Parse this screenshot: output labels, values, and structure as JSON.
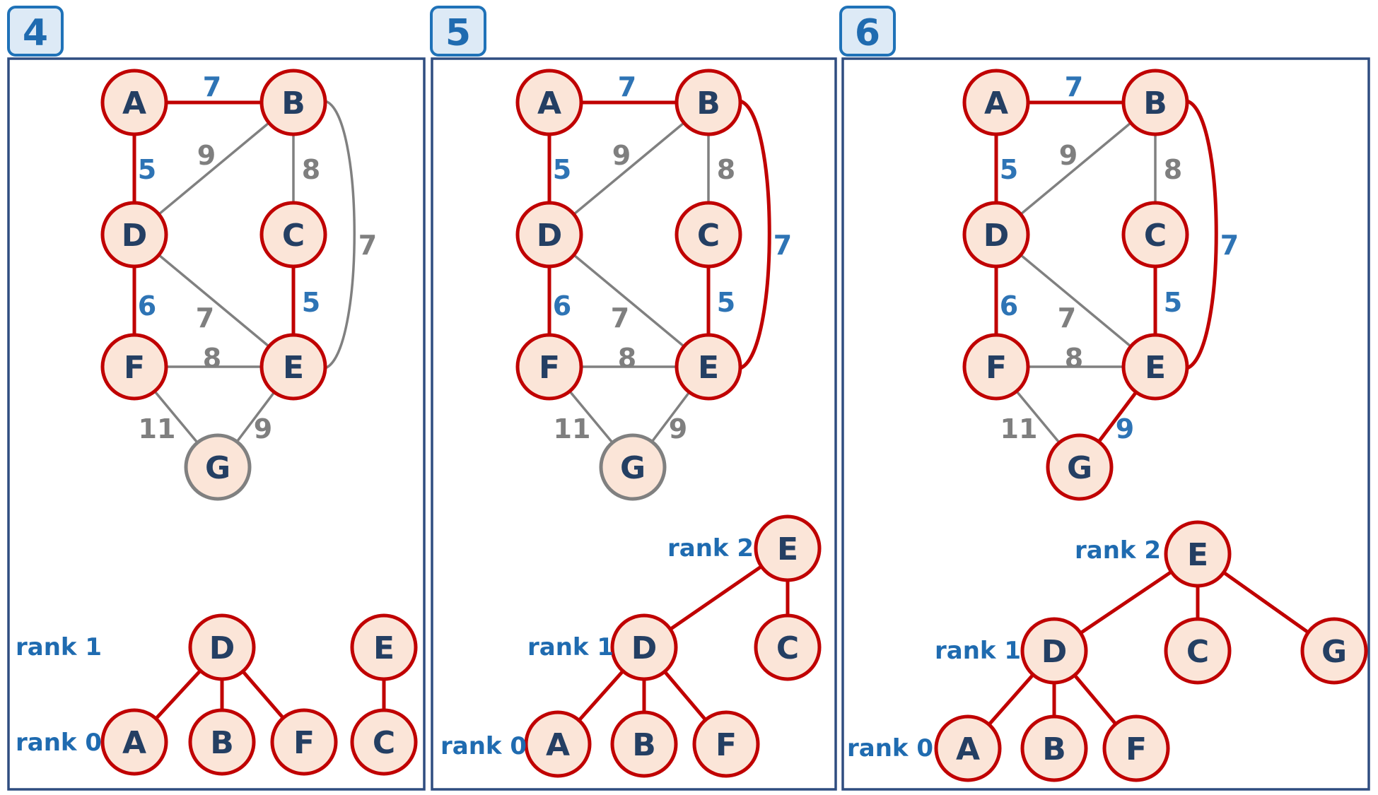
{
  "colors": {
    "selected": "#c00000",
    "unselected": "#808080",
    "selected_label": "#2e74b5",
    "unselected_label": "#7f7f7f",
    "node_fill": "#fbe5d8",
    "node_text": "#243f63",
    "step_label": "#1f6bb0",
    "frame": "#2f4d80"
  },
  "panels": [
    {
      "step": "4",
      "graph": {
        "nodes": [
          {
            "id": "A",
            "label": "A",
            "selected": true
          },
          {
            "id": "B",
            "label": "B",
            "selected": true
          },
          {
            "id": "D",
            "label": "D",
            "selected": true
          },
          {
            "id": "C",
            "label": "C",
            "selected": true
          },
          {
            "id": "F",
            "label": "F",
            "selected": true
          },
          {
            "id": "E",
            "label": "E",
            "selected": true
          },
          {
            "id": "G",
            "label": "G",
            "selected": false
          }
        ],
        "edges": [
          {
            "from": "A",
            "to": "B",
            "weight": "7",
            "selected": true
          },
          {
            "from": "A",
            "to": "D",
            "weight": "5",
            "selected": true
          },
          {
            "from": "B",
            "to": "D",
            "weight": "9",
            "selected": false
          },
          {
            "from": "B",
            "to": "C",
            "weight": "8",
            "selected": false
          },
          {
            "from": "B",
            "to": "E",
            "weight": "7",
            "selected": false
          },
          {
            "from": "C",
            "to": "E",
            "weight": "5",
            "selected": true
          },
          {
            "from": "D",
            "to": "E",
            "weight": "7",
            "selected": false
          },
          {
            "from": "D",
            "to": "F",
            "weight": "6",
            "selected": true
          },
          {
            "from": "F",
            "to": "E",
            "weight": "8",
            "selected": false
          },
          {
            "from": "F",
            "to": "G",
            "weight": "11",
            "selected": false
          },
          {
            "from": "E",
            "to": "G",
            "weight": "9",
            "selected": false
          }
        ]
      },
      "forest": {
        "rank_labels": [
          "rank 1",
          "rank 0"
        ],
        "nodes": [
          {
            "id": "D",
            "label": "D"
          },
          {
            "id": "A",
            "label": "A"
          },
          {
            "id": "B",
            "label": "B"
          },
          {
            "id": "F",
            "label": "F"
          },
          {
            "id": "E",
            "label": "E"
          },
          {
            "id": "C",
            "label": "C"
          }
        ],
        "links": [
          {
            "parent": "D",
            "child": "A"
          },
          {
            "parent": "D",
            "child": "B"
          },
          {
            "parent": "D",
            "child": "F"
          },
          {
            "parent": "E",
            "child": "C"
          }
        ]
      }
    },
    {
      "step": "5",
      "graph": {
        "nodes": [
          {
            "id": "A",
            "label": "A",
            "selected": true
          },
          {
            "id": "B",
            "label": "B",
            "selected": true
          },
          {
            "id": "D",
            "label": "D",
            "selected": true
          },
          {
            "id": "C",
            "label": "C",
            "selected": true
          },
          {
            "id": "F",
            "label": "F",
            "selected": true
          },
          {
            "id": "E",
            "label": "E",
            "selected": true
          },
          {
            "id": "G",
            "label": "G",
            "selected": false
          }
        ],
        "edges": [
          {
            "from": "A",
            "to": "B",
            "weight": "7",
            "selected": true
          },
          {
            "from": "A",
            "to": "D",
            "weight": "5",
            "selected": true
          },
          {
            "from": "B",
            "to": "D",
            "weight": "9",
            "selected": false
          },
          {
            "from": "B",
            "to": "C",
            "weight": "8",
            "selected": false
          },
          {
            "from": "B",
            "to": "E",
            "weight": "7",
            "selected": true
          },
          {
            "from": "C",
            "to": "E",
            "weight": "5",
            "selected": true
          },
          {
            "from": "D",
            "to": "E",
            "weight": "7",
            "selected": false
          },
          {
            "from": "D",
            "to": "F",
            "weight": "6",
            "selected": true
          },
          {
            "from": "F",
            "to": "E",
            "weight": "8",
            "selected": false
          },
          {
            "from": "F",
            "to": "G",
            "weight": "11",
            "selected": false
          },
          {
            "from": "E",
            "to": "G",
            "weight": "9",
            "selected": false
          }
        ]
      },
      "forest": {
        "rank_labels": [
          "rank 2",
          "rank 1",
          "rank 0"
        ],
        "nodes": [
          {
            "id": "E",
            "label": "E"
          },
          {
            "id": "D",
            "label": "D"
          },
          {
            "id": "C",
            "label": "C"
          },
          {
            "id": "A",
            "label": "A"
          },
          {
            "id": "B",
            "label": "B"
          },
          {
            "id": "F",
            "label": "F"
          }
        ],
        "links": [
          {
            "parent": "E",
            "child": "D"
          },
          {
            "parent": "E",
            "child": "C"
          },
          {
            "parent": "D",
            "child": "A"
          },
          {
            "parent": "D",
            "child": "B"
          },
          {
            "parent": "D",
            "child": "F"
          }
        ]
      }
    },
    {
      "step": "6",
      "graph": {
        "nodes": [
          {
            "id": "A",
            "label": "A",
            "selected": true
          },
          {
            "id": "B",
            "label": "B",
            "selected": true
          },
          {
            "id": "D",
            "label": "D",
            "selected": true
          },
          {
            "id": "C",
            "label": "C",
            "selected": true
          },
          {
            "id": "F",
            "label": "F",
            "selected": true
          },
          {
            "id": "E",
            "label": "E",
            "selected": true
          },
          {
            "id": "G",
            "label": "G",
            "selected": true
          }
        ],
        "edges": [
          {
            "from": "A",
            "to": "B",
            "weight": "7",
            "selected": true
          },
          {
            "from": "A",
            "to": "D",
            "weight": "5",
            "selected": true
          },
          {
            "from": "B",
            "to": "D",
            "weight": "9",
            "selected": false
          },
          {
            "from": "B",
            "to": "C",
            "weight": "8",
            "selected": false
          },
          {
            "from": "B",
            "to": "E",
            "weight": "7",
            "selected": true
          },
          {
            "from": "C",
            "to": "E",
            "weight": "5",
            "selected": true
          },
          {
            "from": "D",
            "to": "E",
            "weight": "7",
            "selected": false
          },
          {
            "from": "D",
            "to": "F",
            "weight": "6",
            "selected": true
          },
          {
            "from": "F",
            "to": "E",
            "weight": "8",
            "selected": false
          },
          {
            "from": "F",
            "to": "G",
            "weight": "11",
            "selected": false
          },
          {
            "from": "E",
            "to": "G",
            "weight": "9",
            "selected": true
          }
        ]
      },
      "forest": {
        "rank_labels": [
          "rank 2",
          "rank 1",
          "rank 0"
        ],
        "nodes": [
          {
            "id": "E",
            "label": "E"
          },
          {
            "id": "D",
            "label": "D"
          },
          {
            "id": "C",
            "label": "C"
          },
          {
            "id": "G",
            "label": "G"
          },
          {
            "id": "A",
            "label": "A"
          },
          {
            "id": "B",
            "label": "B"
          },
          {
            "id": "F",
            "label": "F"
          }
        ],
        "links": [
          {
            "parent": "E",
            "child": "D"
          },
          {
            "parent": "E",
            "child": "C"
          },
          {
            "parent": "E",
            "child": "G"
          },
          {
            "parent": "D",
            "child": "A"
          },
          {
            "parent": "D",
            "child": "B"
          },
          {
            "parent": "D",
            "child": "F"
          }
        ]
      }
    }
  ]
}
